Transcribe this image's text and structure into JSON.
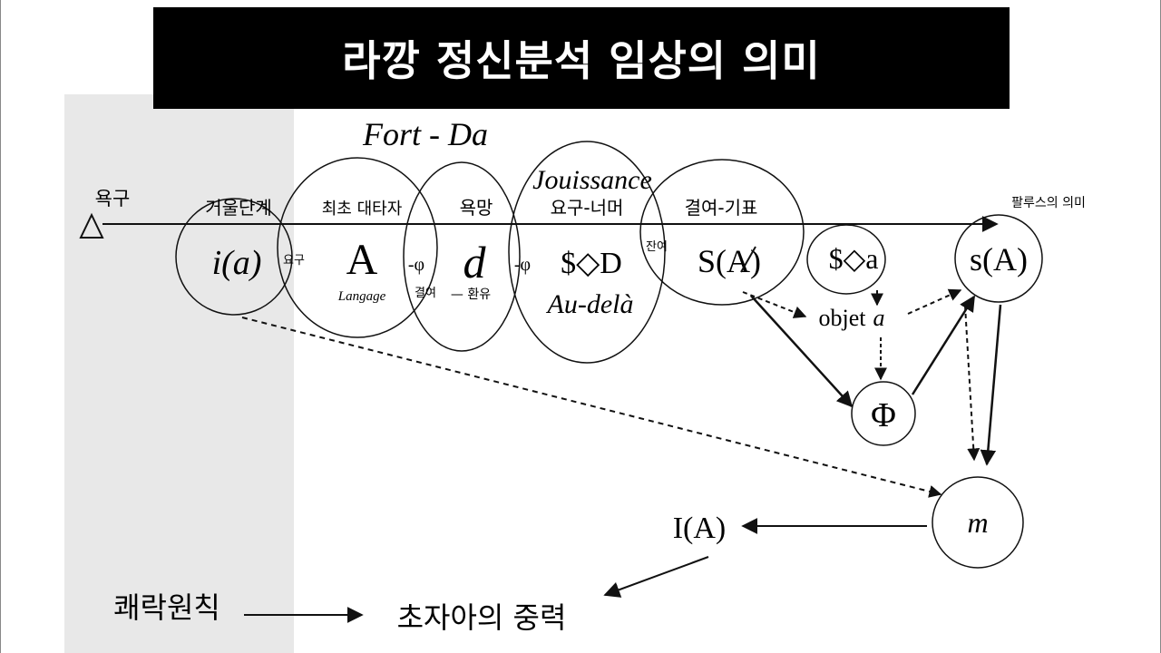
{
  "title": "라깡 정신분석 임상의 의미",
  "top_label": "Fort - Da",
  "triangle_label": "욕구",
  "phallus_label": "팔루스의 의미",
  "nodes": {
    "mirror": {
      "header": "거울단계",
      "symbol": "i(a)"
    },
    "other": {
      "header": "최초 대타자",
      "symbol": "A",
      "sub": "Langage"
    },
    "desire": {
      "header": "욕망",
      "symbol": "d",
      "sub": "— 환유"
    },
    "jouissance": {
      "title": "Jouissance",
      "header": "요구-너머",
      "symbol": "$◇D",
      "sub": "Au-delà"
    },
    "lack_signifier": {
      "header": "결여-기표",
      "symbol": "S(A)"
    },
    "fantasy": {
      "symbol": "$◇a"
    },
    "signified": {
      "symbol": "s(A)"
    },
    "phi": {
      "symbol": "Φ"
    },
    "m": {
      "symbol": "m"
    }
  },
  "overlap_labels": {
    "demand": "요구",
    "minus_phi_1": "-φ",
    "lack": "결여",
    "minus_phi_2": "-φ",
    "remainder": "잔여"
  },
  "objet_a": {
    "word": "objet",
    "letter": "a"
  },
  "ideal": "I(A)",
  "pleasure_principle": "쾌락원칙",
  "superego_gravity": "초자아의 중력"
}
